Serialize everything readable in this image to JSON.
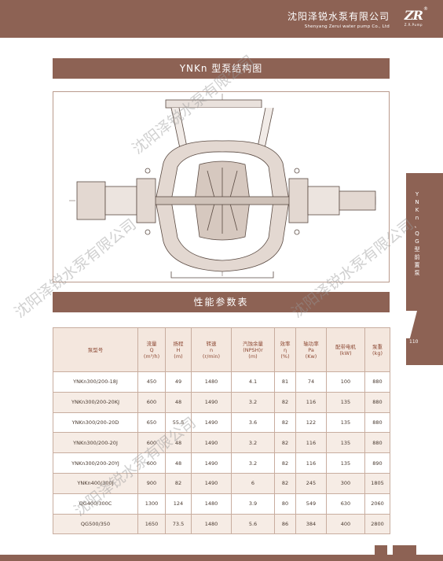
{
  "header": {
    "company_cn": "沈阳泽锐水泵有限公司",
    "company_en": "Shenyang Zerui water pump Co., Ltd",
    "logo_mark": "ZR",
    "logo_reg": "®",
    "logo_sub": "Z.R.Pump"
  },
  "structure_title": "YNKn 型泵结构图",
  "performance_title": "性能参数表",
  "side_tab": {
    "chars": [
      "Y",
      "N",
      "K",
      "n",
      "、",
      "Q",
      "G",
      "型",
      "前",
      "置",
      "泵"
    ],
    "page_number": "110"
  },
  "watermark": "沈阳泽锐水泵有限公司",
  "table": {
    "headers": [
      {
        "lines": [
          "泵型号"
        ]
      },
      {
        "lines": [
          "流量",
          "Q",
          "(m³/h)"
        ]
      },
      {
        "lines": [
          "扬程",
          "H",
          "(m)"
        ]
      },
      {
        "lines": [
          "转速",
          "n",
          "(r/min)"
        ]
      },
      {
        "lines": [
          "汽蚀余量",
          "(NPSH)r",
          "(m)"
        ]
      },
      {
        "lines": [
          "效率",
          "η",
          "(%)"
        ]
      },
      {
        "lines": [
          "轴功率",
          "Pa",
          "(Kw)"
        ]
      },
      {
        "lines": [
          "配带电机",
          "(kW)"
        ]
      },
      {
        "lines": [
          "泵重",
          "(kg)"
        ]
      }
    ],
    "rows": [
      [
        "YNKn300/200-18J",
        "450",
        "49",
        "1480",
        "4.1",
        "81",
        "74",
        "100",
        "880"
      ],
      [
        "YNKn300/200-20KJ",
        "600",
        "48",
        "1490",
        "3.2",
        "82",
        "116",
        "135",
        "880"
      ],
      [
        "YNKn300/200-20D",
        "650",
        "55.5",
        "1490",
        "3.6",
        "82",
        "122",
        "135",
        "880"
      ],
      [
        "YNKn300/200-20J",
        "600",
        "48",
        "1490",
        "3.2",
        "82",
        "116",
        "135",
        "880"
      ],
      [
        "YNKn300/200-20YJ",
        "600",
        "48",
        "1490",
        "3.2",
        "82",
        "116",
        "135",
        "890"
      ],
      [
        "YNKn400/300J",
        "900",
        "82",
        "1490",
        "6",
        "82",
        "245",
        "300",
        "1805"
      ],
      [
        "QG400/300C",
        "1300",
        "124",
        "1480",
        "3.9",
        "80",
        "549",
        "630",
        "2060"
      ],
      [
        "QG500/350",
        "1650",
        "73.5",
        "1480",
        "5.6",
        "86",
        "384",
        "400",
        "2800"
      ]
    ]
  }
}
